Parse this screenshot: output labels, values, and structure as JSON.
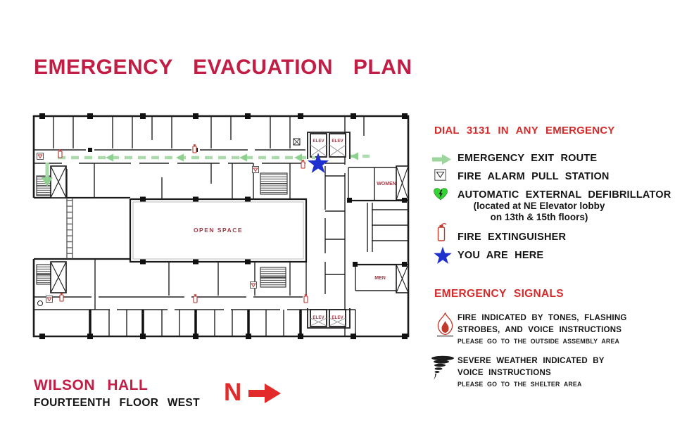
{
  "title": "EMERGENCY EVACUATION PLAN",
  "legend": {
    "dial_text": "DIAL 3131 IN ANY EMERGENCY",
    "items": [
      {
        "icon": "exit-route-arrow-icon",
        "label": "EMERGENCY EXIT ROUTE"
      },
      {
        "icon": "pull-station-icon",
        "label": "FIRE ALARM PULL STATION"
      },
      {
        "icon": "aed-heart-icon",
        "label": "AUTOMATIC EXTERNAL DEFIBRILLATOR",
        "sub_line1": "(located at NE Elevator lobby",
        "sub_line2": "on 13th & 15th floors)"
      },
      {
        "icon": "fire-extinguisher-icon",
        "label": "FIRE EXTINGUISHER"
      },
      {
        "icon": "you-are-here-star-icon",
        "label": "YOU ARE HERE"
      }
    ],
    "signals_heading": "EMERGENCY SIGNALS",
    "signals": [
      {
        "icon": "flame-icon",
        "line1": "FIRE INDICATED BY TONES, FLASHING",
        "line2": "STROBES, AND VOICE INSTRUCTIONS",
        "note": "PLEASE GO TO THE OUTSIDE ASSEMBLY AREA"
      },
      {
        "icon": "tornado-icon",
        "line1": "SEVERE WEATHER INDICATED BY",
        "line2": "VOICE INSTRUCTIONS",
        "note": "PLEASE GO TO THE SHELTER AREA"
      }
    ]
  },
  "plan": {
    "labels": {
      "open_space": "OPEN SPACE",
      "women": "WOMEN",
      "men": "MEN",
      "elev": "ELEV"
    }
  },
  "footer": {
    "building": "WILSON HALL",
    "floor": "FOURTEENTH FLOOR WEST",
    "north_label": "N"
  },
  "colors": {
    "crimson": "#C21E45",
    "red": "#DB2A2A",
    "route_green": "#ABDBAB",
    "star_blue": "#2030CF",
    "plan_label_maroon": "#9E3A46"
  }
}
